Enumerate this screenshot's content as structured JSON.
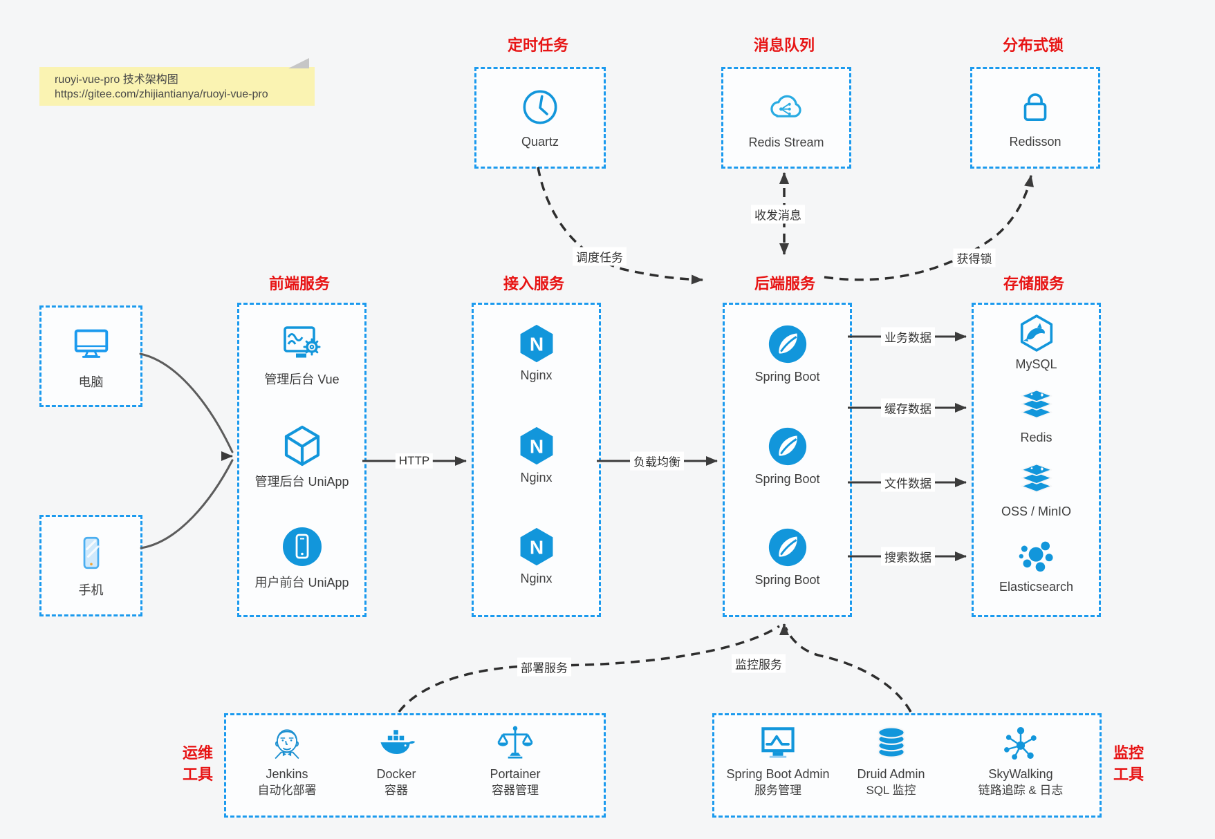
{
  "note": {
    "line1": "ruoyi-vue-pro 技术架构图",
    "line2": "https://gitee.com/zhijiantianya/ruoyi-vue-pro"
  },
  "colors": {
    "icon_blue": "#1296db",
    "border_blue": "#1b9aee",
    "title_red": "#e71414",
    "arrow_dark": "#3b3b3b",
    "note_bg": "#faf3b2",
    "background": "#f5f6f7"
  },
  "top_groups": [
    {
      "title": "定时任务",
      "item": {
        "icon": "clock-icon",
        "label": "Quartz"
      }
    },
    {
      "title": "消息队列",
      "item": {
        "icon": "cloud-stream-icon",
        "label": "Redis Stream"
      }
    },
    {
      "title": "分布式锁",
      "item": {
        "icon": "lock-icon",
        "label": "Redisson"
      }
    }
  ],
  "clients": [
    {
      "icon": "desktop-icon",
      "label": "电脑"
    },
    {
      "icon": "smartphone-icon",
      "label": "手机"
    }
  ],
  "columns": [
    {
      "title": "前端服务",
      "items": [
        {
          "icon": "admin-screen-gear-icon",
          "label": "管理后台 Vue"
        },
        {
          "icon": "iso-cube-icon",
          "label": "管理后台 UniApp"
        },
        {
          "icon": "user-app-phone-icon",
          "label": "用户前台 UniApp"
        }
      ]
    },
    {
      "title": "接入服务",
      "items": [
        {
          "icon": "nginx-icon",
          "label": "Nginx"
        },
        {
          "icon": "nginx-icon",
          "label": "Nginx"
        },
        {
          "icon": "nginx-icon",
          "label": "Nginx"
        }
      ]
    },
    {
      "title": "后端服务",
      "items": [
        {
          "icon": "spring-leaf-icon",
          "label": "Spring Boot"
        },
        {
          "icon": "spring-leaf-icon",
          "label": "Spring Boot"
        },
        {
          "icon": "spring-leaf-icon",
          "label": "Spring Boot"
        }
      ]
    },
    {
      "title": "存储服务",
      "items": [
        {
          "icon": "mysql-dolphin-icon",
          "label": "MySQL"
        },
        {
          "icon": "layer-stack-icon",
          "label": "Redis"
        },
        {
          "icon": "layer-stack-icon",
          "label": "OSS / MinIO"
        },
        {
          "icon": "cluster-icon",
          "label": "Elasticsearch"
        }
      ]
    }
  ],
  "bottom_groups": [
    {
      "side_label": {
        "line1": "运维",
        "line2": "工具"
      },
      "items": [
        {
          "icon": "jenkins-icon",
          "label": "Jenkins",
          "sublabel": "自动化部署"
        },
        {
          "icon": "docker-whale-icon",
          "label": "Docker",
          "sublabel": "容器"
        },
        {
          "icon": "scales-icon",
          "label": "Portainer",
          "sublabel": "容器管理"
        }
      ]
    },
    {
      "side_label": {
        "line1": "监控",
        "line2": "工具"
      },
      "items": [
        {
          "icon": "monitor-chart-icon",
          "label": "Spring Boot Admin",
          "sublabel": "服务管理"
        },
        {
          "icon": "database-icon",
          "label": "Druid Admin",
          "sublabel": "SQL 监控"
        },
        {
          "icon": "topology-icon",
          "label": "SkyWalking",
          "sublabel": "链路追踪 & 日志"
        }
      ]
    }
  ],
  "edges": {
    "http": "HTTP",
    "load_balance": "负载均衡",
    "schedule": "调度任务",
    "messaging": "收发消息",
    "lock": "获得锁",
    "business": "业务数据",
    "cache": "缓存数据",
    "file": "文件数据",
    "search": "搜索数据",
    "deploy": "部署服务",
    "monitor": "监控服务"
  }
}
